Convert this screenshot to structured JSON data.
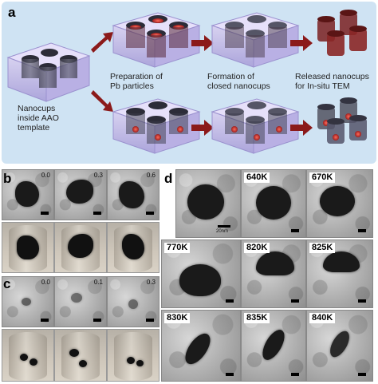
{
  "panels": {
    "a": {
      "letter": "a",
      "captions": {
        "nanocups": "Nanocups\ninside AAO\ntemplate",
        "preparation": "Preparation of\nPb particles",
        "formation": "Formation of\nclosed nanocups",
        "released": "Released nanocups\nfor In-situ TEM"
      }
    },
    "b": {
      "letter": "b",
      "times": [
        "0.0",
        "0.3",
        "0.6"
      ]
    },
    "c": {
      "letter": "c",
      "times": [
        "0.0",
        "0.1",
        "0.3"
      ]
    },
    "d": {
      "letter": "d",
      "scale_label": "20nm",
      "temperatures": [
        "",
        "640K",
        "670K",
        "770K",
        "820K",
        "825K",
        "830K",
        "835K",
        "840K"
      ]
    }
  }
}
